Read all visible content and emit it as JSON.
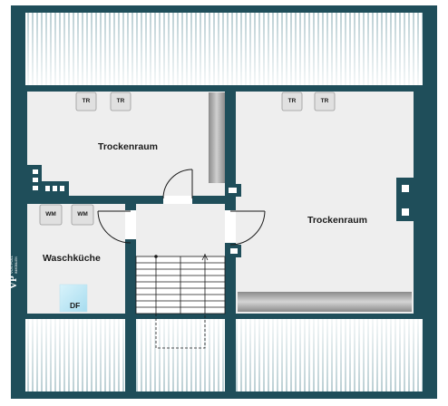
{
  "rooms": {
    "trockenraum_left": "Trockenraum",
    "trockenraum_right": "Trockenraum",
    "waschkueche": "Waschküche"
  },
  "devices": {
    "dryer_1": "TR",
    "dryer_2": "TR",
    "dryer_3": "TR",
    "dryer_4": "TR",
    "washer_1": "WM",
    "washer_2": "WM",
    "floor_drain": "DF"
  },
  "logo": {
    "mark": "VP",
    "text": "VON POLL IMMOBILIEN"
  },
  "colors": {
    "wall": "#1f4e5a",
    "floor": "#eeeeee",
    "roof_light": "#ffffff",
    "roof_stripe": "#a9c3c9"
  }
}
